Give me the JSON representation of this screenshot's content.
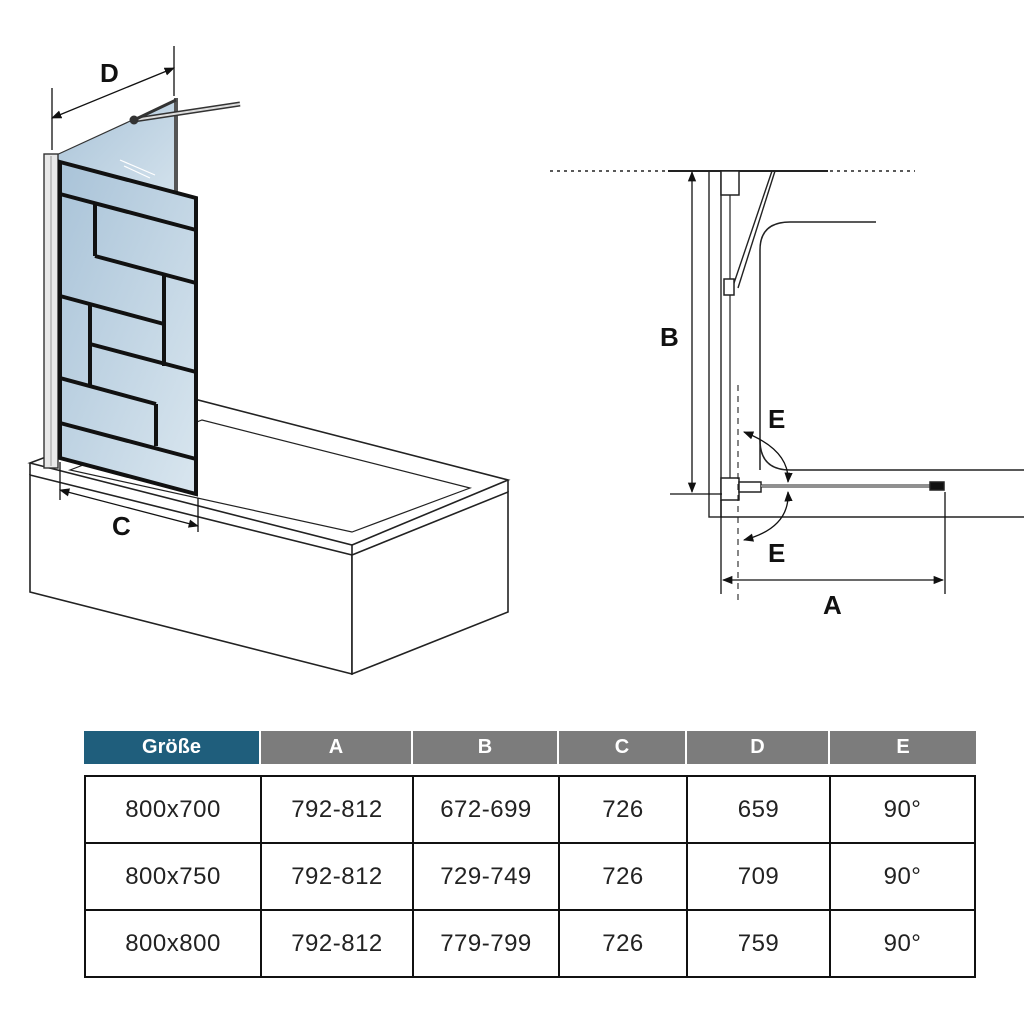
{
  "diagram": {
    "labels": {
      "a": "A",
      "b": "B",
      "c": "C",
      "d": "D",
      "e_top": "E",
      "e_bottom": "E"
    }
  },
  "table": {
    "headers": [
      "Größe",
      "A",
      "B",
      "C",
      "D",
      "E"
    ],
    "rows": [
      [
        "800x700",
        "792-812",
        "672-699",
        "726",
        "659",
        "90°"
      ],
      [
        "800x750",
        "792-812",
        "729-749",
        "726",
        "709",
        "90°"
      ],
      [
        "800x800",
        "792-812",
        "779-799",
        "726",
        "759",
        "90°"
      ]
    ]
  }
}
